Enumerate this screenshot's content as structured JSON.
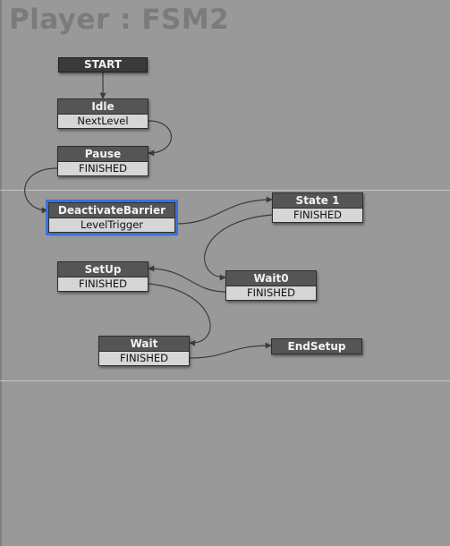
{
  "fsm": {
    "title": "Player : FSM2"
  },
  "start": {
    "label": "START"
  },
  "states": {
    "idle": {
      "name": "Idle",
      "event": "NextLevel"
    },
    "pause": {
      "name": "Pause",
      "event": "FINISHED"
    },
    "deactivate_barrier": {
      "name": "DeactivateBarrier",
      "event": "LevelTrigger"
    },
    "state1": {
      "name": "State 1",
      "event": "FINISHED"
    },
    "wait0": {
      "name": "Wait0",
      "event": "FINISHED"
    },
    "setup": {
      "name": "SetUp",
      "event": "FINISHED"
    },
    "wait": {
      "name": "Wait",
      "event": "FINISHED"
    },
    "endsetup": {
      "name": "EndSetup"
    }
  },
  "selected_state": "DeactivateBarrier",
  "colors": {
    "canvas": "#999999",
    "state_header": "#555555",
    "state_event": "#d6d6d6",
    "start_node": "#3a3a3a",
    "selection": "#3a72d6",
    "link": "#3c3c3c"
  }
}
